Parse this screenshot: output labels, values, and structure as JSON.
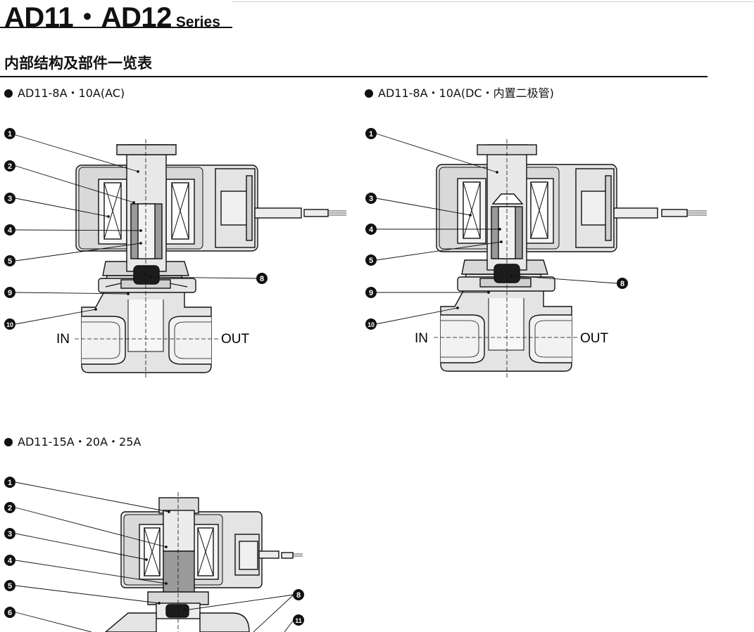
{
  "header": {
    "title_main": "AD11・AD12",
    "title_series": "Series"
  },
  "section": {
    "title": "内部结构及部件一览表"
  },
  "figures": [
    {
      "caption": "AD11-8A・10A(AC)",
      "callouts": [
        "1",
        "2",
        "3",
        "4",
        "5",
        "8",
        "9",
        "10"
      ],
      "ports": {
        "in": "IN",
        "out": "OUT"
      }
    },
    {
      "caption": "AD11-8A・10A(DC・内置二极管)",
      "callouts": [
        "1",
        "3",
        "4",
        "5",
        "8",
        "9",
        "10"
      ],
      "ports": {
        "in": "IN",
        "out": "OUT"
      }
    },
    {
      "caption": "AD11-15A・20A・25A",
      "callouts": [
        "1",
        "2",
        "3",
        "4",
        "5",
        "6",
        "8",
        "11"
      ]
    }
  ],
  "colors": {
    "body_fill": "#e4e4e4",
    "dark_part": "#1c1c1c",
    "mid_part": "#9a9a9a",
    "line": "#111111"
  }
}
